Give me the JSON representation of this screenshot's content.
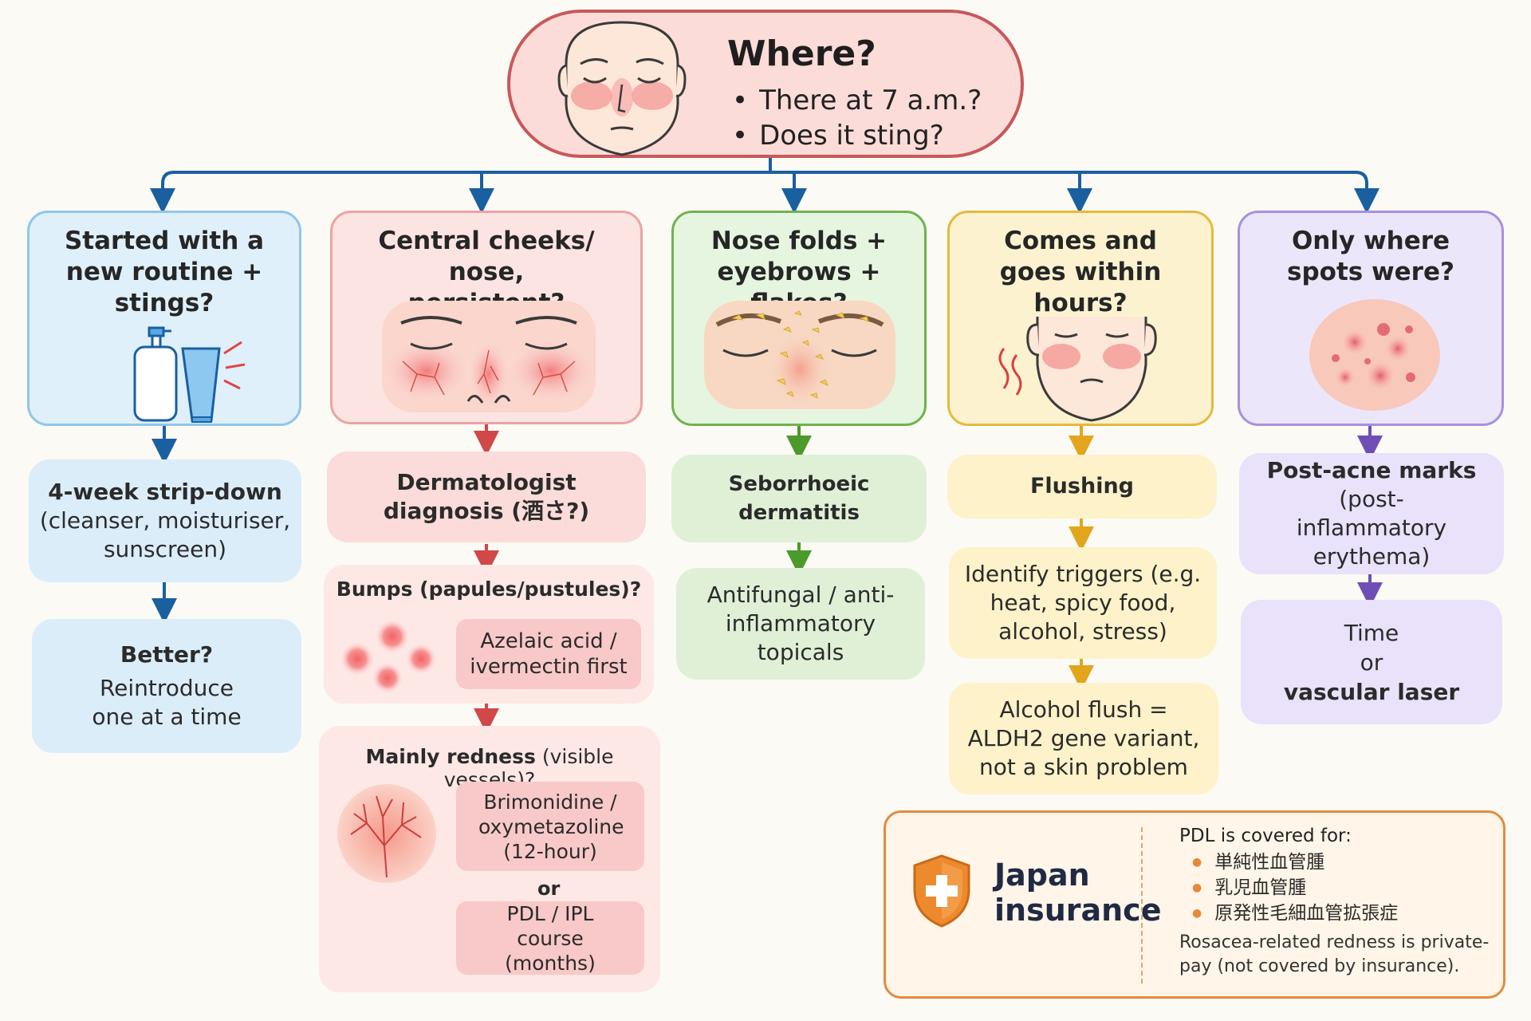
{
  "top": {
    "title": "Where?",
    "bullets": [
      "There at 7 a.m.?",
      "Does it sting?"
    ]
  },
  "columns": {
    "routine": {
      "question": "Started with a new routine + stings?",
      "step1_title": "4-week strip-down",
      "step1_detail": "(cleanser, moisturiser, sunscreen)",
      "step2_title": "Better?",
      "step2_detail": "Reintroduce one at a time"
    },
    "central": {
      "question": "Central cheeks/ nose, persistent?",
      "diagnosis": "Dermatologist diagnosis (酒さ?)",
      "bumps_title": "Bumps (papules/pustules)?",
      "bumps_treatment": "Azelaic acid / ivermectin first",
      "redness_title_bold": "Mainly redness",
      "redness_title_rest": "(visible vessels)?",
      "redness_treatment_1": "Brimonidine / oxymetazoline (12-hour)",
      "or": "or",
      "redness_treatment_2": "PDL / IPL course (months)"
    },
    "seb": {
      "question": "Nose folds + eyebrows + flakes?",
      "diagnosis": "Seborrhoeic dermatitis",
      "treatment": "Antifungal / anti-inflammatory topicals"
    },
    "flush": {
      "question": "Comes and goes within hours?",
      "diagnosis": "Flushing",
      "triggers": "Identify triggers (e.g. heat, spicy food, alcohol, stress)",
      "alcohol": "Alcohol flush = ALDH2 gene variant, not a skin problem"
    },
    "acne": {
      "question": "Only where spots were?",
      "diagnosis_title": "Post-acne marks",
      "diagnosis_detail": "(post-inflammatory erythema)",
      "treat_1": "Time",
      "treat_or": "or",
      "treat_2": "vascular laser"
    }
  },
  "insurance": {
    "label": "Japan insurance",
    "covered_title": "PDL is covered for:",
    "covered_items": [
      "単純性血管腫",
      "乳児血管腫",
      "原発性毛細血管拡張症"
    ],
    "note": "Rosacea-related redness is private-pay (not covered by insurance)."
  },
  "colors": {
    "blue": "#1a5fa0",
    "red": "#d14848",
    "green": "#4c9a2a",
    "yellow": "#e2a51c",
    "purple": "#6f4fb6",
    "orange": "#e58a3c"
  }
}
